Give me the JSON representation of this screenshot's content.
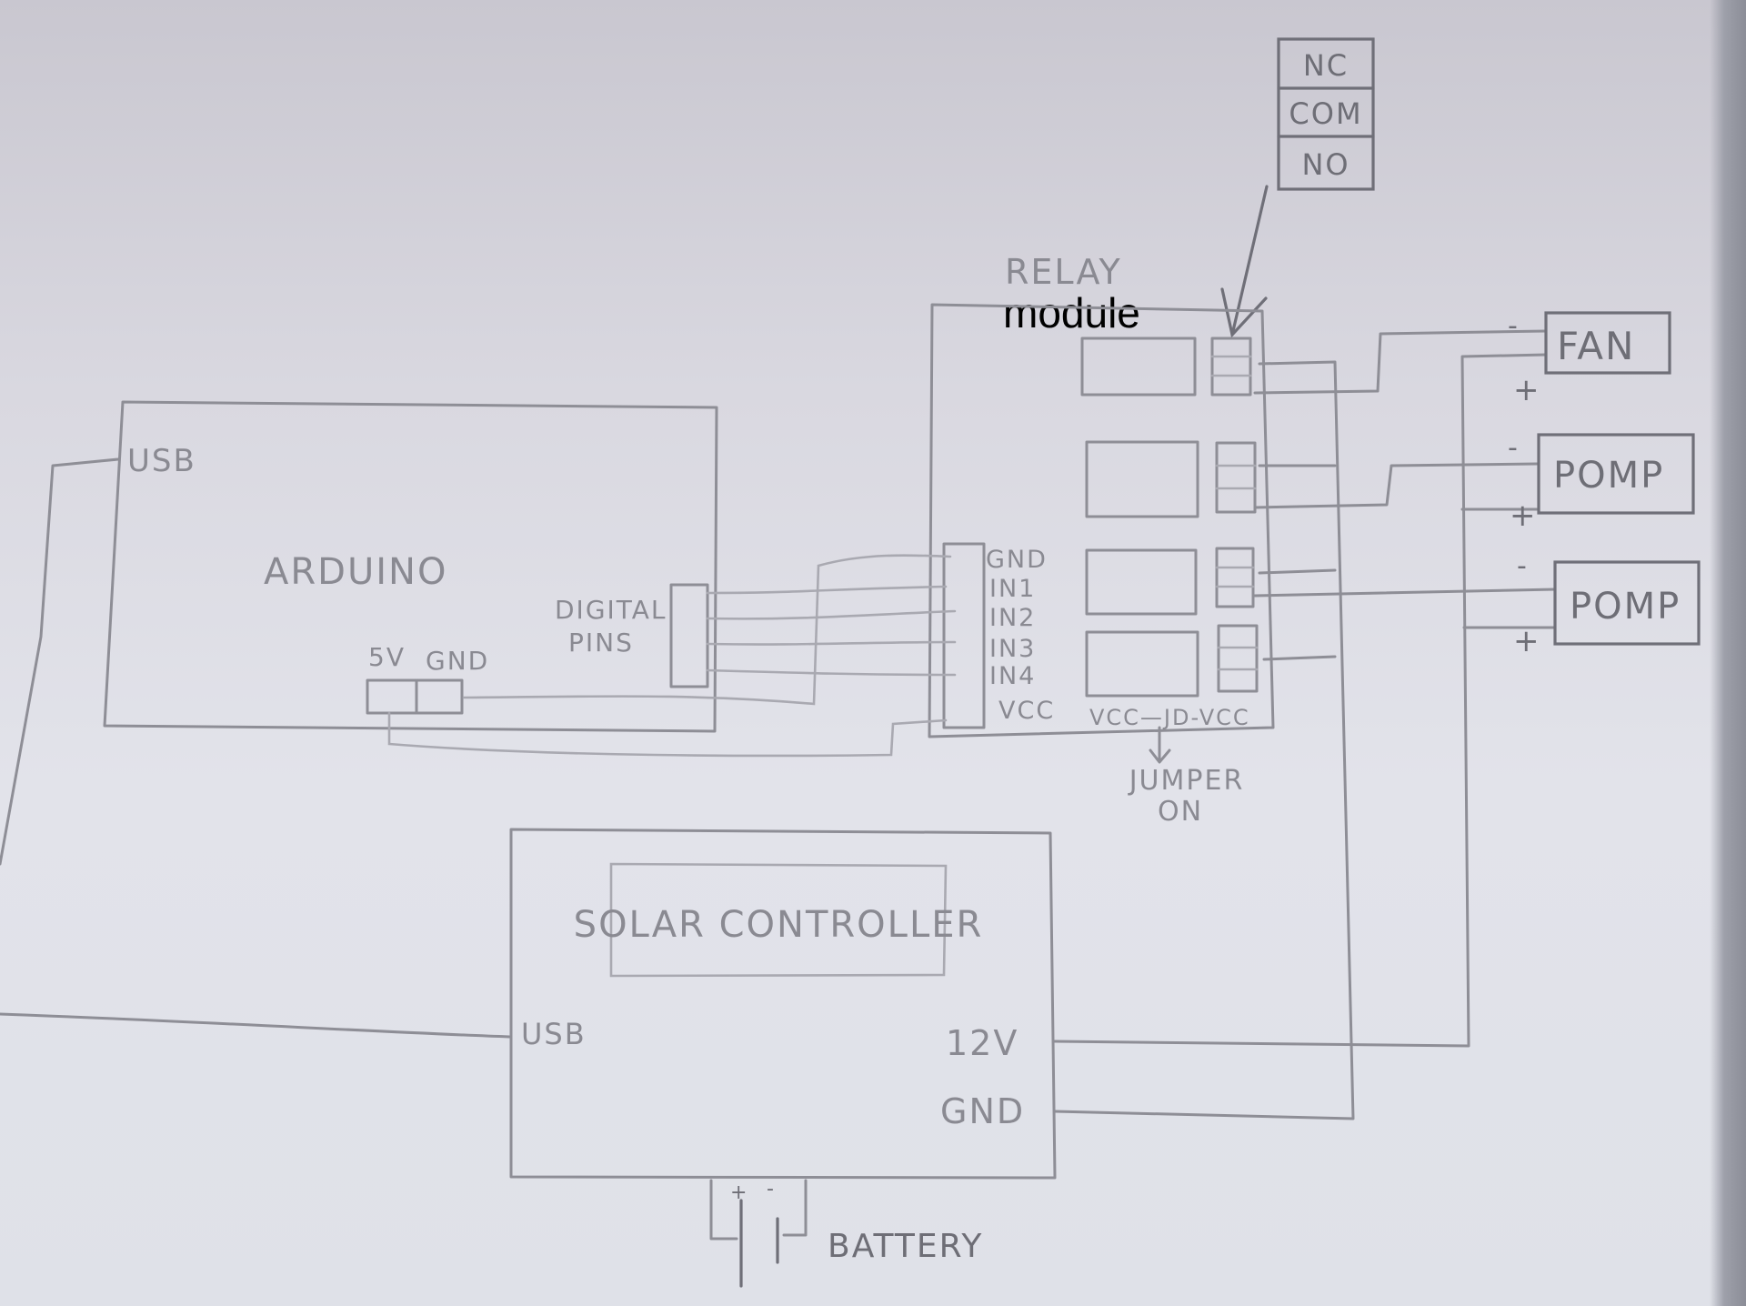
{
  "diagram": {
    "title_overlay": "module",
    "relay": {
      "label": "RELAY",
      "overlay_label": "module",
      "pins": [
        "GND",
        "IN1",
        "IN2",
        "IN3",
        "IN4",
        "VCC"
      ],
      "jumper_pins": "VCC—JD-VCC",
      "jumper_note_line1": "JUMPER",
      "jumper_note_line2": "ON",
      "contact_legend": [
        "NC",
        "COM",
        "NO"
      ]
    },
    "arduino": {
      "label": "ARDUINO",
      "usb_label": "USB",
      "digital_label_line1": "DIGITAL",
      "digital_label_line2": "PINS",
      "power_pins": [
        "5V",
        "GND"
      ]
    },
    "solar_controller": {
      "label": "SOLAR CONTROLLER",
      "usb_label": "USB",
      "out_12v": "12V",
      "out_gnd": "GND"
    },
    "battery": {
      "label": "BATTERY",
      "plus": "+",
      "minus": "-"
    },
    "loads": [
      {
        "label": "FAN",
        "minus": "-",
        "plus": "+"
      },
      {
        "label": "POMP",
        "minus": "-",
        "plus": "+"
      },
      {
        "label": "POMP",
        "minus": "-",
        "plus": "+"
      }
    ],
    "colors": {
      "pencil": "#8e8e96",
      "pencil_dark": "#6f6f78",
      "paper": "#e2e3ea",
      "typed_text": "#000000"
    }
  }
}
